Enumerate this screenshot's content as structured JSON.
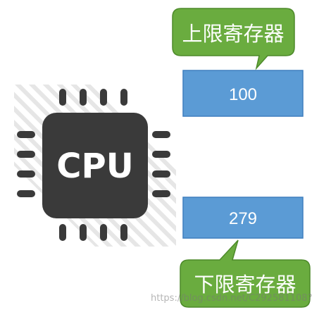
{
  "cpu": {
    "label": "CPU",
    "icon": "cpu-chip-icon",
    "chip_color": "#3a3a3a",
    "label_color": "#ffffff"
  },
  "upper_register": {
    "label": "上限寄存器",
    "value": "100",
    "callout_color": "#6aac3f",
    "box_color": "#5b9bd5"
  },
  "lower_register": {
    "label": "下限寄存器",
    "value": "279",
    "callout_color": "#6aac3f",
    "box_color": "#5b9bd5"
  },
  "watermark": "https://blog.csdn.net/C292581108?"
}
